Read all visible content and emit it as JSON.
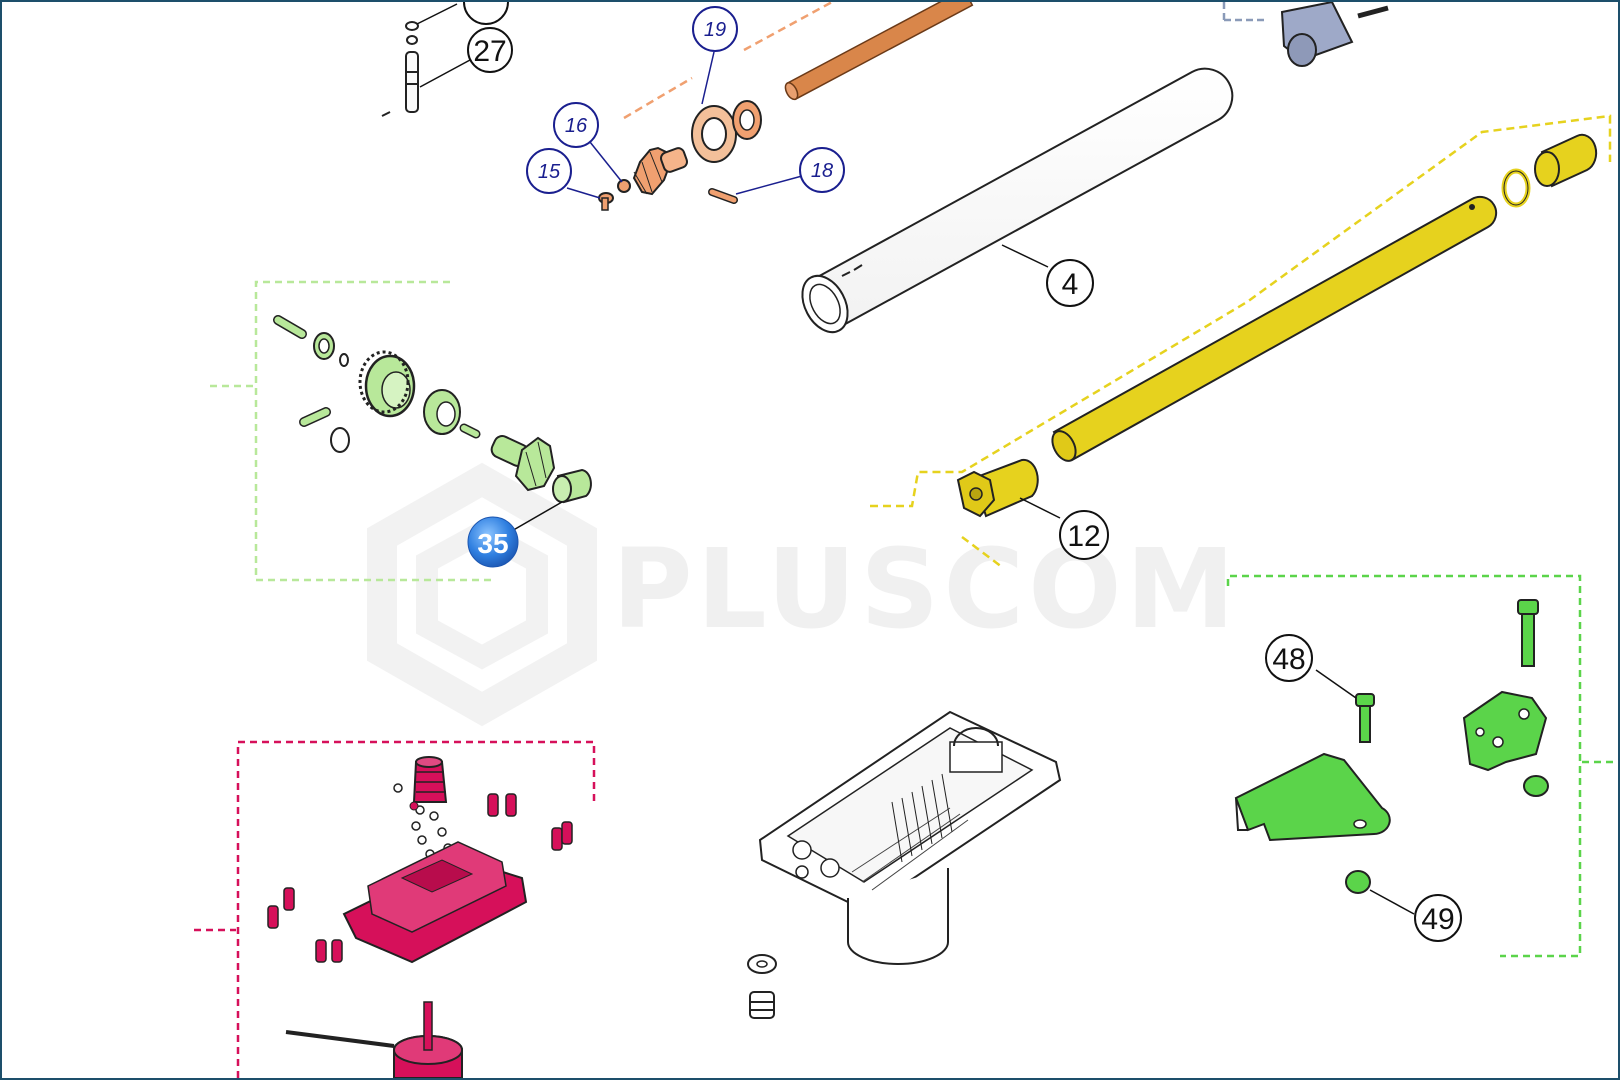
{
  "watermark": {
    "text": "PLUSCOM"
  },
  "callouts": {
    "c27": "27",
    "c19": "19",
    "c16": "16",
    "c15": "15",
    "c18": "18",
    "c4": "4",
    "c12": "12",
    "c35": "35",
    "c48": "48",
    "c49": "49"
  },
  "colors": {
    "frame": "#1d4f6b",
    "orange_group": "#f0a070",
    "yellow_group": "#e6d21e",
    "light_green_group": "#b8e89a",
    "green_group": "#5bd44a",
    "magenta_group": "#d6105a",
    "blue_callouts": "#1a1f8f",
    "highlight_35": "#2f7fe0"
  }
}
